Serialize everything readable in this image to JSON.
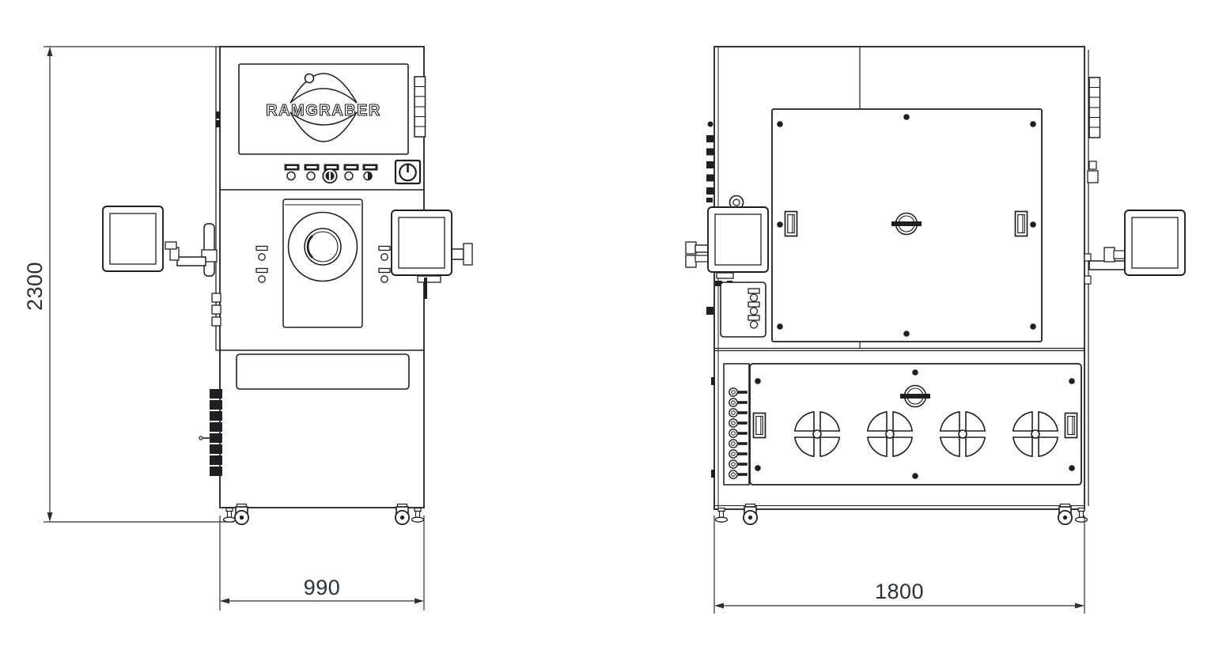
{
  "drawing": {
    "brand_logo_text": "RAMGRABER",
    "dimensions": {
      "overall_height": "2300",
      "front_width": "990",
      "side_width": "1800"
    },
    "colors": {
      "line-color": "#1d1f22",
      "dim-color": "#2b3138",
      "bg-color": "#ffffff"
    }
  }
}
